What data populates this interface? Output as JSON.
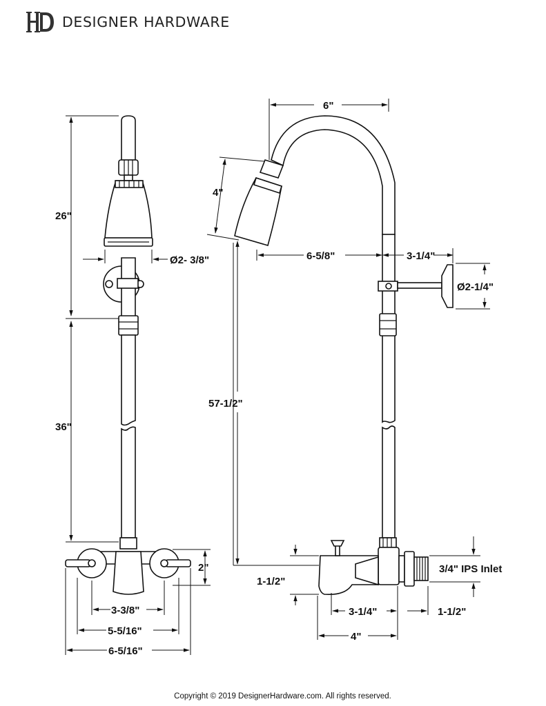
{
  "brand": {
    "name": "DESIGNER HARDWARE",
    "logo_icon": "dh-monogram-logo"
  },
  "dimensions": {
    "front_height_upper": "26\"",
    "front_height_lower": "36\"",
    "shower_head_diameter": "Ø2- 3/8\"",
    "handle_height": "2\"",
    "center_spacing": "3-3/8\"",
    "inner_width": "5-5/16\"",
    "overall_width": "6-5/16\"",
    "riser_reach": "6\"",
    "head_length": "4\"",
    "head_reach": "6-5/8\"",
    "wall_offset": "3-1/4\"",
    "flange_diameter": "Ø2-1/4\"",
    "total_height": "57-1/2\"",
    "spout_height": "1-1/2\"",
    "spout_reach": "3-1/4\"",
    "inlet_length": "1-1/2\"",
    "spout_length": "4\"",
    "inlet_label": "3/4\" IPS Inlet"
  },
  "footer": {
    "copyright": "Copyright © 2019 DesignerHardware.com. All rights reserved."
  }
}
